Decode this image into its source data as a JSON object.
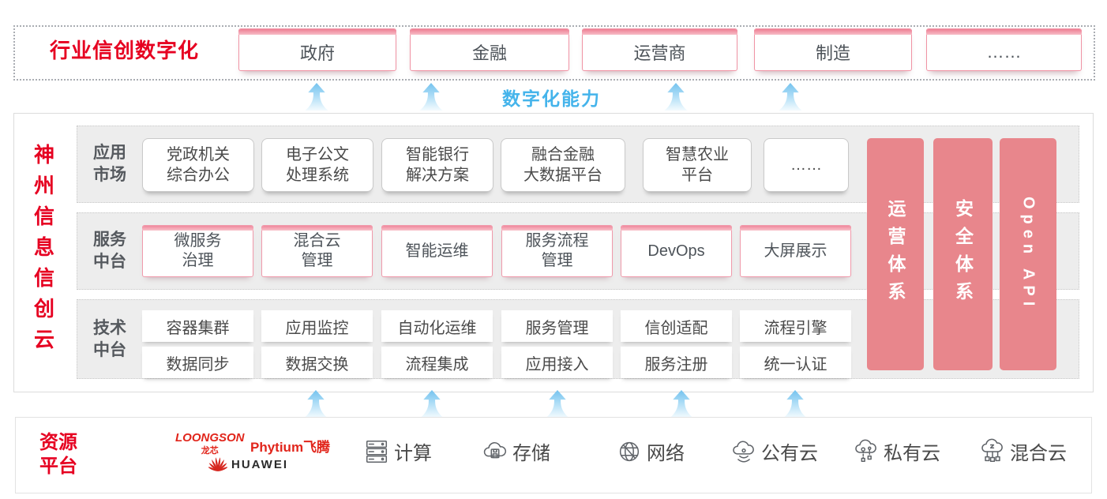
{
  "colors": {
    "accent_red": "#e60021",
    "capability_blue": "#45b4eb",
    "pillar_pink": "#e8868c",
    "logo_red": "#e1251b"
  },
  "top_banner": {
    "title": "行业信创数字化",
    "tabs": [
      "政府",
      "金融",
      "运营商",
      "制造",
      "……"
    ]
  },
  "capability_label": "数字化能力",
  "platform": {
    "side_title": "神州信息信创云",
    "rows": [
      {
        "label": "应用\n市场",
        "items": [
          "党政机关\n综合办公",
          "电子公文\n处理系统",
          "智能银行\n解决方案",
          "融合金融\n大数据平台",
          "智慧农业\n平台",
          "……"
        ]
      },
      {
        "label": "服务\n中台",
        "items": [
          "微服务\n治理",
          "混合云\n管理",
          "智能运维",
          "服务流程\n管理",
          "DevOps",
          "大屏展示"
        ]
      },
      {
        "label": "技术\n中台",
        "items_row1": [
          "容器集群",
          "应用监控",
          "自动化运维",
          "服务管理",
          "信创适配",
          "流程引擎"
        ],
        "items_row2": [
          "数据同步",
          "数据交换",
          "流程集成",
          "应用接入",
          "服务注册",
          "统一认证"
        ]
      }
    ],
    "pillars": [
      "运营体系",
      "安全体系",
      "Open API"
    ]
  },
  "resources": {
    "title": "资源\n平台",
    "vendors": {
      "loongson": "LOONGSON",
      "loongson_cn": "龙芯",
      "phytium": "Phytium飞腾",
      "huawei": "HUAWEI"
    },
    "items": [
      {
        "icon": "compute-icon",
        "label": "计算"
      },
      {
        "icon": "storage-icon",
        "label": "存储"
      },
      {
        "icon": "network-icon",
        "label": "网络"
      },
      {
        "icon": "public-cloud-icon",
        "label": "公有云"
      },
      {
        "icon": "private-cloud-icon",
        "label": "私有云"
      },
      {
        "icon": "hybrid-cloud-icon",
        "label": "混合云"
      }
    ]
  }
}
